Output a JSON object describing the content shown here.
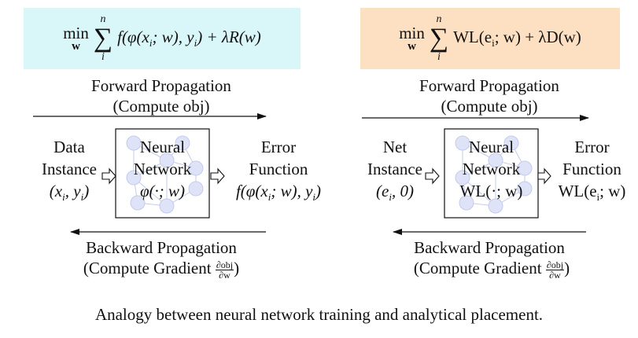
{
  "left": {
    "formula": {
      "min_label": "min",
      "min_var": "w",
      "sum_top": "n",
      "sum_bottom": "i",
      "body": "f(φ(x",
      "body_i": "i",
      "body2": "; w), y",
      "body2_i": "i",
      "body3": ") + λR(w)"
    },
    "forward_title": "Forward Propagation",
    "forward_sub": "(Compute obj)",
    "input_lines": [
      "Data",
      "Instance",
      "(x",
      "i",
      ", y",
      "i",
      ")"
    ],
    "box_lines": [
      "Neural",
      "Network",
      "φ(·; w)"
    ],
    "output_lines": [
      "Error",
      "Function",
      "f(φ(x",
      "i",
      "; w), y",
      "i",
      ")"
    ],
    "backward_title": "Backward Propagation",
    "backward_sub_pre": "(Compute Gradient ",
    "grad_num": "∂obj",
    "grad_den": "∂w",
    "backward_sub_post": ")"
  },
  "right": {
    "formula": {
      "min_label": "min",
      "min_var": "w",
      "sum_top": "n",
      "sum_bottom": "i",
      "body": "WL(e",
      "body_i": "i",
      "body2": "; w) + λD(w)"
    },
    "forward_title": "Forward Propagation",
    "forward_sub": "(Compute obj)",
    "input_lines": [
      "Net",
      "Instance",
      "(e",
      "i",
      ", 0)"
    ],
    "box_lines": [
      "Neural",
      "Network",
      "WL(·; w)"
    ],
    "output_lines": [
      "Error",
      "Function",
      "WL(e",
      "i",
      "; w)"
    ],
    "backward_title": "Backward Propagation",
    "backward_sub_pre": "(Compute Gradient ",
    "grad_num": "∂obj",
    "grad_den": "∂w",
    "backward_sub_post": ")"
  },
  "caption": "Analogy between neural network training and analytical placement.",
  "colors": {
    "left_formula_bg": "#d9f6f9",
    "right_formula_bg": "#fde0c2",
    "node_fill": "#dfe3f7",
    "node_stroke": "#c5cbea"
  }
}
